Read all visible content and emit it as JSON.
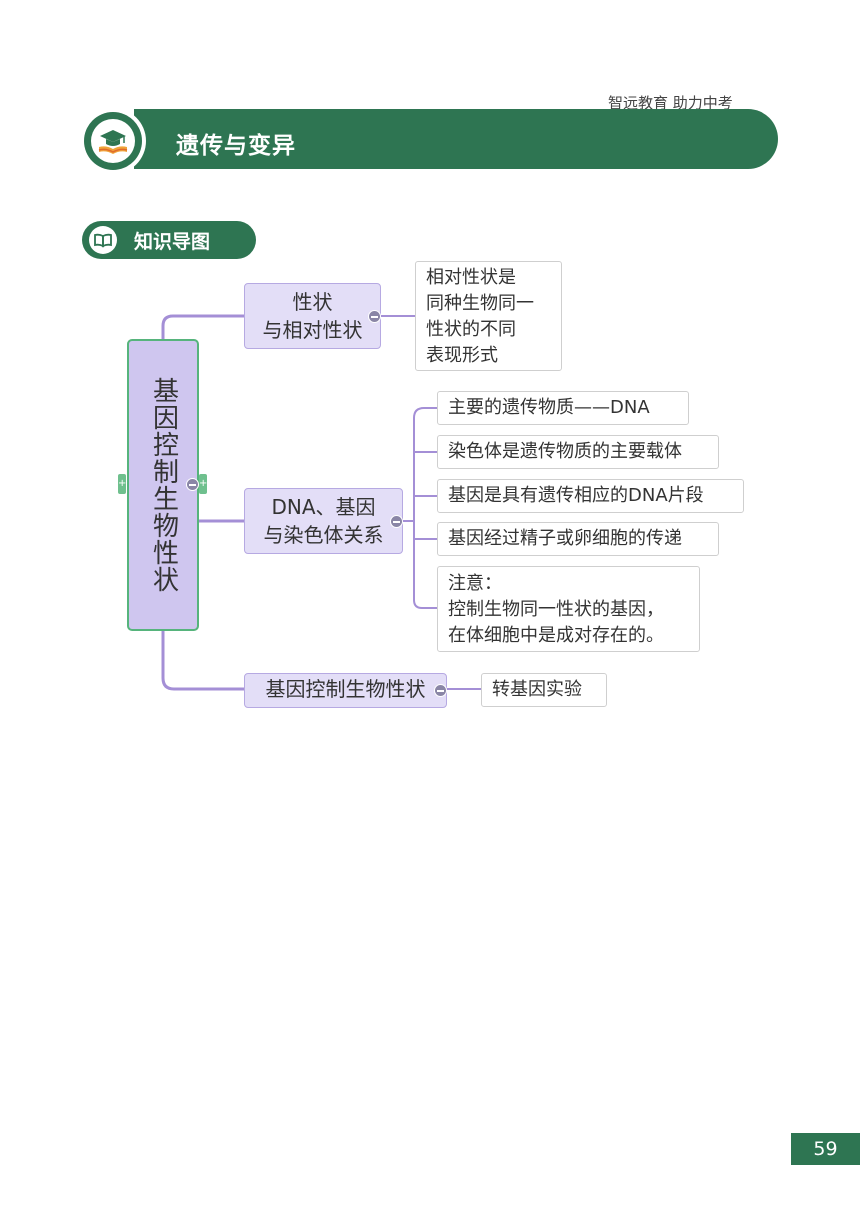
{
  "header": {
    "slogan": "智远教育 助力中考",
    "chapter_title": "遗传与变异",
    "badge_icon": "graduation-cap-book-icon"
  },
  "section": {
    "title": "知识导图",
    "icon": "open-book-icon"
  },
  "mindmap": {
    "root": "基因控制生物性状",
    "branches": [
      {
        "label_lines": [
          "性状",
          "与相对性状"
        ],
        "leaves": [
          {
            "lines": [
              "相对性状是",
              "同种生物同一",
              "性状的不同",
              "表现形式"
            ]
          }
        ]
      },
      {
        "label_lines": [
          "DNA、基因",
          "与染色体关系"
        ],
        "leaves": [
          {
            "lines": [
              "主要的遗传物质——DNA"
            ]
          },
          {
            "lines": [
              "染色体是遗传物质的主要载体"
            ]
          },
          {
            "lines": [
              "基因是具有遗传相应的DNA片段"
            ]
          },
          {
            "lines": [
              "基因经过精子或卵细胞的传递"
            ]
          },
          {
            "lines": [
              "注意：",
              "控制生物同一性状的基因，",
              "在体细胞中是成对存在的。"
            ]
          }
        ]
      },
      {
        "label_lines": [
          "基因控制生物性状"
        ],
        "leaves": [
          {
            "lines": [
              "转基因实验"
            ]
          }
        ]
      }
    ]
  },
  "colors": {
    "brand_green": "#2e7552",
    "node_fill": "#e3def7",
    "root_fill": "#cfc6ef",
    "connector": "#a48fd6"
  },
  "page_number": "59"
}
